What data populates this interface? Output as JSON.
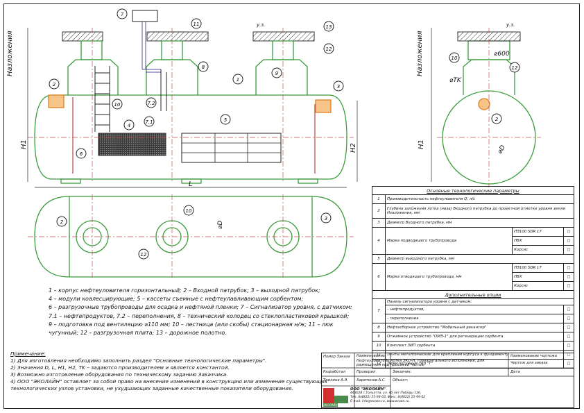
{
  "labels": {
    "embed_depth": "Назложения",
    "h1": "H1",
    "h2": "H2",
    "length": "L",
    "diameter": "⌀D",
    "diameter_tk": "⌀TK",
    "diameter_600": "⌀600",
    "ground": "у.з.",
    "callouts": [
      "1",
      "2",
      "3",
      "4",
      "5",
      "6",
      "7",
      "7.1",
      "7.2",
      "8",
      "9",
      "10",
      "11",
      "12",
      "13"
    ]
  },
  "legend_lines": [
    "1 – корпус нефтеуловителя горизонтальный; 2 – Входной патрубок; 3 – выходной патрубок;",
    "4 – модули коалесцирующие; 5 – кассеты съемные с нефтеулавливающим сорбентом;",
    "6 – разгрузочные трубопроводы для осадка и нефтяной пленки; 7 – Сигнализатор уровня, с датчиком:",
    "7.1 – нефтепродуктов, 7.2 – переполнения, 8 – технический колодец со стеклопластиковой крышкой;",
    "9 – подготовка под вентиляцию ⌀110 мм; 10 – лестница (или скобы) стационарная н/ж; 11 – люк",
    "чугунный; 12 – разгрузочная плита; 13 – дорожное полотно."
  ],
  "notes": {
    "title": "Примечание:",
    "lines": [
      "1) Для изготовления необходимо заполнить раздел \"Основные технологические параметры\".",
      "2) Значения D, L, H1, H2, TK – задаются производителем и является константой.",
      "3) Возможно изготовление оборудования по техническому заданию Заказчика.",
      "4) ООО \"ЭКОЛАЙН\" оставляет за собой право на внесение изменений в конструкцию или изменение существующих",
      "технологических узлов установки, не ухудшающих заданные качественные показатели оборудования."
    ]
  },
  "params_table": {
    "title": "Основные технологические параметры",
    "rows": [
      {
        "n": "1",
        "text": "Производительность нефтеуловителя Q, л/с"
      },
      {
        "n": "2",
        "text": "Глубина заложения лотка (низа) Входного патрубка до проектной отметки уровня земли Нзаложения, мм"
      },
      {
        "n": "3",
        "text": "Диаметр Входного патрубка, мм"
      },
      {
        "n": "4",
        "text": "Марка подводящего трубопровода",
        "options": [
          "ПЭ100 SDR 17",
          "ПВХ",
          "Корсис"
        ]
      },
      {
        "n": "5",
        "text": "Диаметр выходного патрубка, мм"
      },
      {
        "n": "6",
        "text": "Марка отводящего трубопровода, мм",
        "options": [
          "ПЭ100 SDR 17",
          "ПВХ",
          "Корсис"
        ]
      }
    ],
    "extra_title": "Дополнительные опции",
    "extra_rows": [
      {
        "n": "7",
        "text": "Панель сигнализатора уровня с датчиком:",
        "sub": [
          "– нефтепродуктов,",
          "– переполнения"
        ]
      },
      {
        "n": "8",
        "text": "Нефтесборное устройство \"Мобильный декантер\""
      },
      {
        "n": "9",
        "text": "Отжимное устройство \"ОМЭ-1\" для регенерации сорбента"
      },
      {
        "n": "10",
        "text": "Комплект ЗИП сорбента"
      },
      {
        "n": "11",
        "text": "Ленты металлические для крепления корпуса к фундаменту"
      },
      {
        "n": "12",
        "text": "Люки чугунные тип \"Т\""
      }
    ],
    "checkbox": "□"
  },
  "stamp": {
    "order_label": "Номер Заказа",
    "name_label": "Наименование",
    "name_value": "Нефтеуловитель лотка ЭКО-Н, горизонтального исполнения, для размещения под проезжей частью",
    "drawing_label": "Наименование чертежа",
    "drawing_value": "Чертеж для заказа",
    "developer_label": "Разработал",
    "developer_name": "Трилина А.Э.",
    "checked_label": "Проверил",
    "checked_name": "Харитонов А.С.",
    "customer_label": "Заказчик:",
    "date_label": "Дата",
    "object_label": "Объект:",
    "company": "ООО \"ЭКОЛАЙН\"",
    "address": "443028 г.Тольятти, ул. 40 лет Победы 13б,",
    "phones": "Тел. 8(4822) 55-99-03, Факс. 8(4822) 55-99-02",
    "email": "E-mail: info@ecoen.ru, www.ecoen.ru",
    "logo_text": "ЭКОЛАЙН"
  }
}
